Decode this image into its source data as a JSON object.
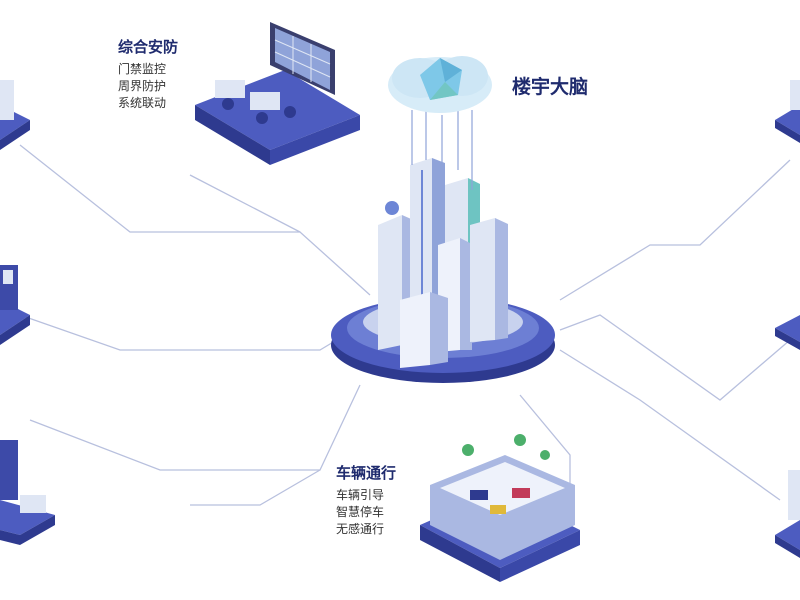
{
  "center": {
    "title": "楼宇大脑"
  },
  "modules": [
    {
      "title": "综合安防",
      "items": [
        "门禁监控",
        "周界防护",
        "系统联动"
      ]
    },
    {
      "title": "车辆通行",
      "items": [
        "车辆引导",
        "智慧停车",
        "无感通行"
      ]
    }
  ],
  "colors": {
    "platform_top": "#4d5cc0",
    "platform_side": "#2e3a8f",
    "line": "#b8c0de",
    "title": "#1f2b6e",
    "text": "#333333",
    "building_light": "#dfe6f4",
    "building_accent": "#6d86d6",
    "cloud": "#7ec8e8"
  }
}
